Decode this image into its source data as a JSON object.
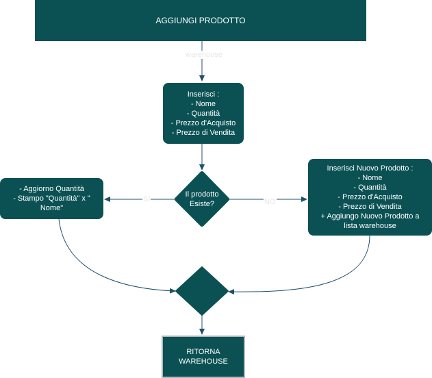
{
  "nodes": {
    "start": {
      "label": "AGGIUNGI PRODOTTO"
    },
    "input": {
      "label": "Inserisci :\n- Nome\n- Quantità\n- Prezzo d'Acquisto\n- Prezzo di Vendita"
    },
    "decision": {
      "label": "Il prodotto\nEsiste?"
    },
    "update": {
      "label": "- Aggiorno Quantità\n- Stampo \"Quantità\" x \"\nNome\""
    },
    "insert_new": {
      "label": "Inserisci Nuovo Prodotto :\n- Nome\n- Quantità\n- Prezzo d'Acquisto\n- Prezzo di Vendita\n+ Aggiungo Nuovo Prodotto a\nlista warehouse"
    },
    "end": {
      "label": "RITORNA\nWAREHOUSE"
    }
  },
  "edges": {
    "start_to_input": {
      "label": "warehouse"
    },
    "decision_yes": {
      "label": "SI"
    },
    "decision_no": {
      "label": "NO"
    }
  },
  "colors": {
    "node_fill": "#0b5154",
    "edge": "#1e4f6b",
    "end_border": "#b0b7be"
  }
}
